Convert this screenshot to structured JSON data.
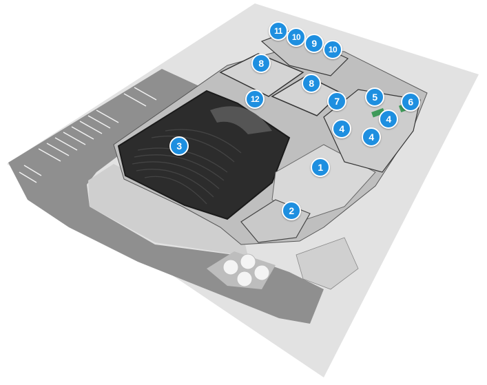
{
  "colors": {
    "background": "#ffffff",
    "ground": "#d6d6d6",
    "parking": "#8e8e8e",
    "building_floor": "#bdbdbd",
    "wall": "#3a3a3a",
    "auditorium": "#2b2b2b",
    "roof_light": "#cfcfcf",
    "marker": "#1e8fe0",
    "marker_text": "#ffffff",
    "accent_green": "#3f9a5a"
  },
  "markers": [
    {
      "label": "11"
    },
    {
      "label": "10"
    },
    {
      "label": "9"
    },
    {
      "label": "10"
    },
    {
      "label": "8"
    },
    {
      "label": "8"
    },
    {
      "label": "12"
    },
    {
      "label": "7"
    },
    {
      "label": "5"
    },
    {
      "label": "6"
    },
    {
      "label": "4"
    },
    {
      "label": "4"
    },
    {
      "label": "4"
    },
    {
      "label": "3"
    },
    {
      "label": "1"
    },
    {
      "label": "2"
    }
  ]
}
